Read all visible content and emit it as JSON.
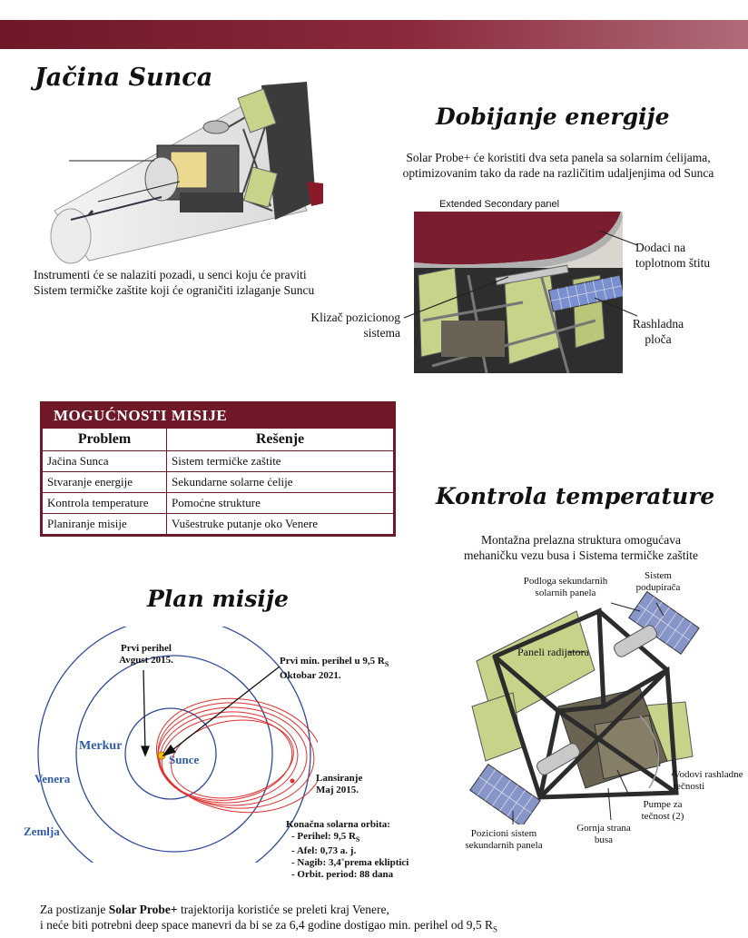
{
  "section1": {
    "title": "Jačina Sunca",
    "caption": [
      "Instrumenti će se nalaziti pozadi, u senci koju će praviti",
      "Sistem termičke zaštite koji će ograničiti izlaganje Suncu"
    ]
  },
  "section2": {
    "title": "Dobijanje energije",
    "intro": [
      "Solar Probe+ će koristiti dva seta panela sa solarnim ćelijama,",
      "optimizovanim tako da rade na različitim udaljenjima od Sunca"
    ],
    "overlay_text": "Extended Secondary panel",
    "labels": {
      "heat_shield": [
        "Dodaci na",
        "toplotnom štitu"
      ],
      "slider": [
        "Klizač pozicionog",
        "sistema"
      ],
      "cooling": [
        "Rashladna",
        "ploča"
      ]
    }
  },
  "mission_table": {
    "title": "MOGUĆNOSTI MISIJE",
    "headers": [
      "Problem",
      "Rešenje"
    ],
    "rows": [
      [
        "Jačina Sunca",
        "Sistem termičke zaštite"
      ],
      [
        "Stvaranje energije",
        "Sekundarne solarne ćelije"
      ],
      [
        "Kontrola temperature",
        "Pomoćne strukture"
      ],
      [
        "Planiranje misije",
        "Vušestruke putanje oko Venere"
      ]
    ]
  },
  "section3": {
    "title": "Kontrola temperature",
    "intro": [
      "Montažna prelazna struktura omogućava",
      "mehaničku vezu busa i Sistema termičke zaštite"
    ],
    "labels": {
      "substrate": [
        "Podloga sekundarnih",
        "solarnih panela"
      ],
      "support": [
        "Sistem",
        "podupirača"
      ],
      "radiator": "Paneli radijatora",
      "coolant": [
        "Vodovi rashladne",
        "tečnosti"
      ],
      "pumps": [
        "Pumpe za",
        "tečnost (2)"
      ],
      "bus_top": [
        "Gornja strana",
        "busa"
      ],
      "positioning": [
        "Pozicioni sistem",
        "sekundarnih panela"
      ]
    }
  },
  "section4": {
    "title": "Plan misije",
    "first_perihelion": [
      "Prvi perihel",
      "Avgust 2015."
    ],
    "min_perihelion": [
      "Prvi min. perihel u 9,5 R",
      "Oktobar 2021."
    ],
    "launch": [
      "Lansiranje",
      "Maj 2015."
    ],
    "planets": {
      "mercury": "Merkur",
      "sun": "Sunce",
      "venus": "Venera",
      "earth": "Zemlja"
    },
    "final_orbit_title": "Konačna solarna orbita:",
    "final_orbit": [
      {
        "k": "Perihel:",
        "v": "9,5 R"
      },
      {
        "k": "Afel:",
        "v": "0,73 a. j."
      },
      {
        "k": "Nagib:",
        "v": "3,4˚prema ekliptici"
      },
      {
        "k": "Orbit. period:",
        "v": "88 dana"
      }
    ],
    "subscript": "S"
  },
  "footer": {
    "line1_pre": "Za postizanje ",
    "line1_bold": "Solar Probe+",
    "line1_post": " trajektorija koristiće se preleti kraj Venere,",
    "line2": "i neće biti potrebni deep space manevri da bi se za 6,4 godine dostigao min. perihel od 9,5 R",
    "subscript": "S"
  },
  "colors": {
    "accent": "#6e1828",
    "planet_label": "#2f5aa8",
    "orbit": "#e03030",
    "panel_green": "#c8d38a"
  }
}
